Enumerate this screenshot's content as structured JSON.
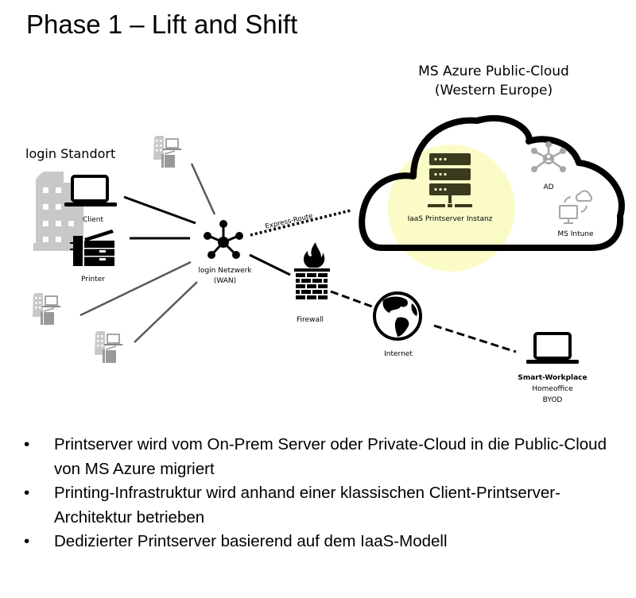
{
  "title": "Phase 1 – Lift and Shift",
  "cloud": {
    "title_line1": "MS Azure Public-Cloud",
    "title_line2": "(Western Europe)",
    "highlight_color": "#fbfbc8",
    "server_label": "IaaS Printserver Instanz",
    "ad_label": "AD",
    "intune_label": "MS Intune"
  },
  "site": {
    "title": "login Standort",
    "client_label": "Client",
    "printer_label": "Printer"
  },
  "network": {
    "wan_label_line1": "login Netzwerk",
    "wan_label_line2": "(WAN)",
    "express_route_label": "Express-Route",
    "firewall_label": "Firewall",
    "internet_label": "Internet"
  },
  "smart_workplace": {
    "title": "Smart-Workplace",
    "line2": "Homeoffice",
    "line3": "BYOD"
  },
  "bullets": [
    "Printserver wird vom On-Prem Server oder Private-Cloud in die Public-Cloud von MS Azure migriert",
    "Printing-Infrastruktur wird anhand einer klassischen Client-Printserver-Architektur betrieben",
    "Dedizierter Printserver basierend auf dem IaaS-Modell"
  ],
  "bullet_char": "•",
  "colors": {
    "icon_dark": "#000000",
    "icon_gray": "#a6a6a6",
    "building_gray": "#c8c8c8",
    "server_olive": "#3b3a1e"
  }
}
